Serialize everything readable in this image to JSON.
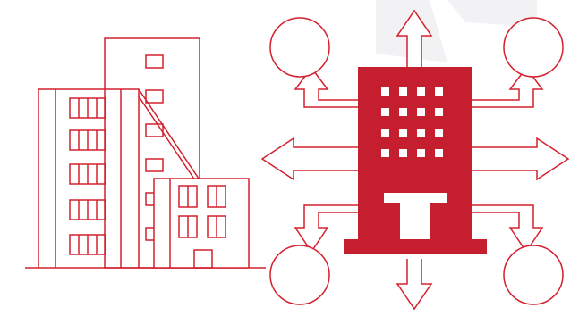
{
  "colors": {
    "background": "#ffffff",
    "watermark": "#f2f2f4",
    "line": "#d4202e",
    "building_fill": "#c41e2f",
    "window": "#ffffff"
  },
  "illustration": {
    "left_group": "outlined-buildings-icon",
    "right_group": "central-hub-building-icon",
    "arrows": [
      "up",
      "down",
      "left",
      "right",
      "up-left",
      "up-right",
      "down-left",
      "down-right"
    ],
    "nodes": [
      "top-left-circle",
      "top-right-circle",
      "bottom-left-circle",
      "bottom-right-circle"
    ]
  }
}
